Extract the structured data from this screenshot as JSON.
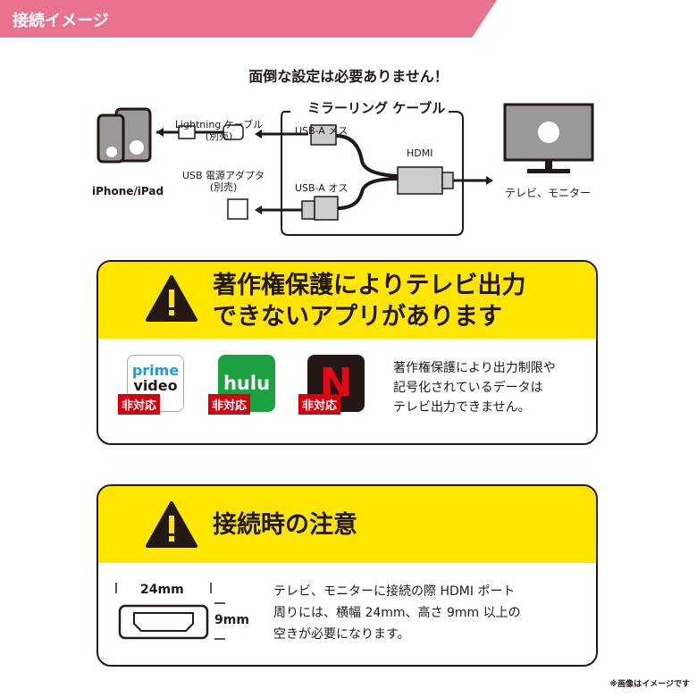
{
  "header": {
    "title": "接続イメージ"
  },
  "diagram": {
    "headline": "面倒な設定は必要ありません！",
    "cable_title": "ミラーリング ケーブル",
    "lightning": "Lightning ケーブル",
    "lightning_note": "(別売)",
    "usb_adapter": "USB 電源アダプタ",
    "usb_adapter_note": "(別売)",
    "usb_female": "USB-A メス",
    "usb_male": "USB-A オス",
    "hdmi": "HDMI",
    "device_label": "iPhone/iPad",
    "tv_label": "テレビ、モニター"
  },
  "notice1": {
    "title_line1": "著作権保護によりテレビ出力",
    "title_line2": "できないアプリがあります",
    "apps": [
      {
        "name": "prime video",
        "line1": "prime",
        "line2": "video",
        "badge": "非対応"
      },
      {
        "name": "hulu",
        "badge": "非対応"
      },
      {
        "name": "N",
        "badge": "非対応"
      }
    ],
    "desc_lines": [
      "著作権保護により出力制限や",
      "記号化されているデータは",
      "テレビ出力できません。"
    ]
  },
  "notice2": {
    "title": "接続時の注意",
    "width": "24mm",
    "height": "9mm",
    "desc_lines": [
      "テレビ、モニターに接続の際 HDMI ポート",
      "周りには、横幅 24mm、高さ 9mm 以上の",
      "空きが必要になります。"
    ]
  },
  "footnote": "※画像はイメージです",
  "colors": {
    "header": "#e9728f",
    "yellow": "#ffe600",
    "badge": "#d7000f",
    "hulu": "#1ca140",
    "netflix": "#e50914"
  }
}
